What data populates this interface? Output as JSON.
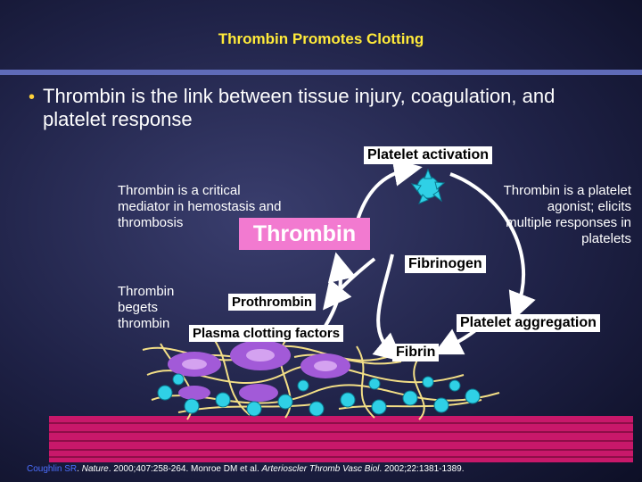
{
  "slide": {
    "title": "Thrombin Promotes Clotting",
    "bullet": "Thrombin is the link between tissue injury, coagulation, and platelet response"
  },
  "diagram": {
    "central_label": "Thrombin",
    "platelet_activation": "Platelet activation",
    "fibrinogen": "Fibrinogen",
    "prothrombin": "Prothrombin",
    "plasma_clotting_factors": "Plasma clotting factors",
    "platelet_aggregation": "Platelet aggregation",
    "fibrin": "Fibrin",
    "left_text_top": "Thrombin is a critical mediator in hemostasis and thrombosis",
    "left_text_bottom": "Thrombin begets thrombin",
    "right_text": "Thrombin is a platelet agonist; elicits multiple responses in platelets"
  },
  "citation": {
    "link_text": "Coughlin SR",
    "journal1": "Nature",
    "ref1": ". 2000;407:258-264. Monroe DM et al.",
    "journal2": "Arterioscler Thromb Vasc Biol",
    "ref2": ". 2002;22:1381-1389."
  },
  "colors": {
    "title": "#ffea3a",
    "thrombin_box": "#f27ad0",
    "bullet_dot": "#ffd23a",
    "rule": "#5f6bb8",
    "tissue": "#c8186a",
    "fibrin_mesh": "#ffe98a",
    "platelets": "#2fd0e6",
    "cells": "#a25ad8"
  }
}
